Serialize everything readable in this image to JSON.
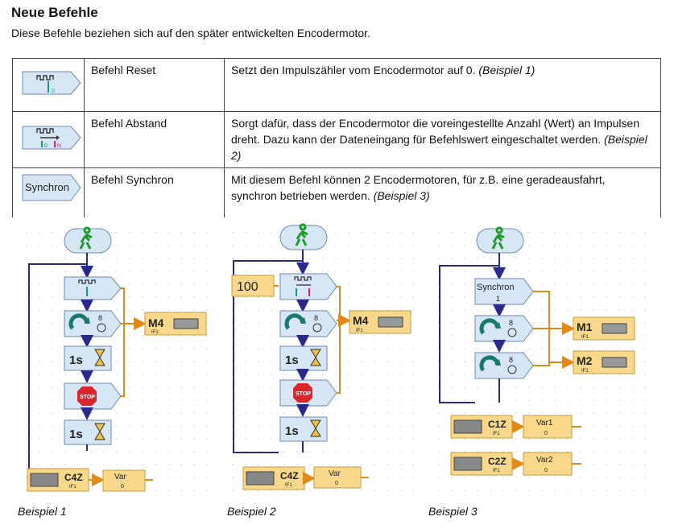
{
  "heading": "Neue Befehle",
  "intro": "Diese Befehle beziehen sich auf den später entwickelten Encodermotor.",
  "commands": [
    {
      "name": "Befehl Reset",
      "desc": "Setzt den Impulszähler vom Encodermotor auf 0.",
      "ref": "(Beispiel 1)",
      "icon": "reset-block-icon"
    },
    {
      "name": "Befehl Abstand",
      "desc": "Sorgt dafür, dass der Encodermotor die voreingestellte Anzahl (Wert) an Impulsen dreht. Dazu kann der Dateneingang für Befehlswert eingeschaltet werden.",
      "ref": "(Beispiel 2)",
      "icon": "distance-block-icon"
    },
    {
      "name": "Befehl Synchron",
      "desc": "Mit diesem Befehl können 2 Encodermotoren, für z.B. eine geradeausfahrt, synchron betrieben werden.",
      "ref": "(Beispiel 3)",
      "icon": "synchron-block-icon",
      "block_label": "Synchron"
    }
  ],
  "examples": [
    {
      "caption": "Beispiel 1",
      "motor": "M4",
      "motor_port": "IF1",
      "wait1": "1s",
      "wait2": "1s",
      "counter": "C4Z",
      "counter_port": "IF1",
      "var": "Var",
      "var_value": "0",
      "step_num": "8"
    },
    {
      "caption": "Beispiel 2",
      "input_value": "100",
      "motor": "M4",
      "motor_port": "IF1",
      "wait1": "1s",
      "wait2": "1s",
      "counter": "C4Z",
      "counter_port": "IF1",
      "var": "Var",
      "var_value": "0",
      "step_num": "8"
    },
    {
      "caption": "Beispiel 3",
      "synchron_label": "Synchron",
      "synchron_value": "1",
      "motor_a": "M1",
      "motor_b": "M2",
      "motor_port": "IF1",
      "counter_a": "C1Z",
      "counter_b": "C2Z",
      "counter_port": "IF1",
      "var_a": "Var1",
      "var_b": "Var2",
      "var_value": "0",
      "step_num": "8"
    }
  ],
  "stop_label": "STOP",
  "bit_labels": {
    "zero": "0",
    "n": "N"
  },
  "colors": {
    "block_blue": "#d6e6f5",
    "block_border": "#6b8bb0",
    "motor_box": "#f8d88a",
    "flow_line": "#2a2a8a",
    "data_line": "#e08a1a",
    "stop_red": "#d9262b",
    "start_green": "#1f9a2a"
  }
}
